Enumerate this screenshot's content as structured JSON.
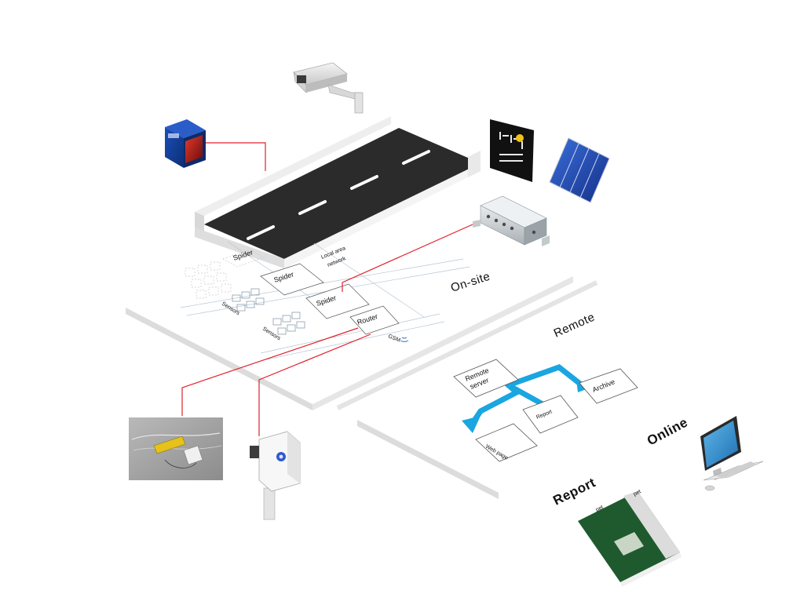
{
  "sections": {
    "onsite": "On-site",
    "remote": "Remote",
    "online": "Online",
    "report": "Report"
  },
  "onsite_labels": {
    "spider_1": "Spider",
    "spider_2": "Spider",
    "spider_3": "Spider",
    "router": "Router",
    "gsm": "GSM",
    "lan": "Local area",
    "lan2": "network",
    "sensors_1": "Sensors",
    "sensors_2": "Sensors"
  },
  "remote_labels": {
    "server_1": "Remote",
    "server_2": "server",
    "archive": "Archive",
    "report": "Report",
    "web_page": "Web page"
  },
  "report_book": {
    "cover_logo": "pet",
    "spine_logo": "pet"
  },
  "colors": {
    "connector": "#e0212b",
    "flow_arrow": "#1aa6e0",
    "road": "#2b2b2b",
    "platform_edge": "#dcdcdc"
  },
  "icons": [
    "cctv-camera-icon",
    "laser-sensor-icon",
    "led-sign-icon",
    "solar-panel-icon",
    "junction-box-icon",
    "strain-gauge-photo",
    "gsm-antenna-icon",
    "desktop-computer-icon",
    "report-book-icon"
  ]
}
